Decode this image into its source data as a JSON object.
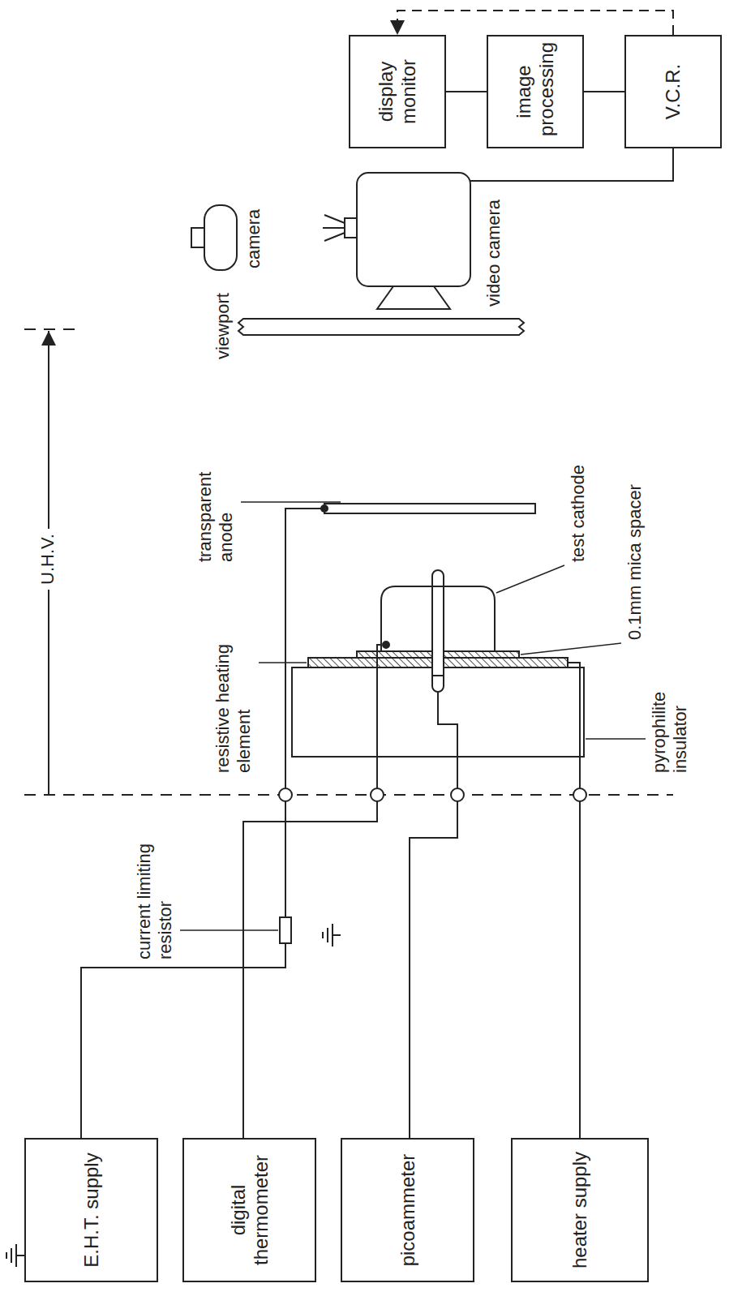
{
  "diagram": {
    "nodes": [
      {
        "text": [
          "E.H.T. supply"
        ]
      },
      {
        "text": [
          "digital thermometer"
        ]
      },
      {
        "text": [
          "picoammeter"
        ]
      },
      {
        "text": [
          "heater supply"
        ]
      },
      {
        "text": [
          "display monitor"
        ]
      },
      {
        "text": [
          "image processing"
        ]
      },
      {
        "text": [
          "V.C.R."
        ]
      }
    ],
    "edges": [
      {
        "from": 4,
        "to": 5,
        "arrow": "none"
      },
      {
        "from": 5,
        "to": 6,
        "arrow": "none"
      },
      {
        "from": 6,
        "to": 4,
        "arrow": "to"
      }
    ],
    "labels": [
      "U.H.V.",
      "current limiting resistor",
      "resistive heating element",
      "transparent anode",
      "viewport",
      "camera",
      "video camera",
      "test cathode",
      "0.1mm mica spacer",
      "pyrophilite insulator"
    ]
  }
}
